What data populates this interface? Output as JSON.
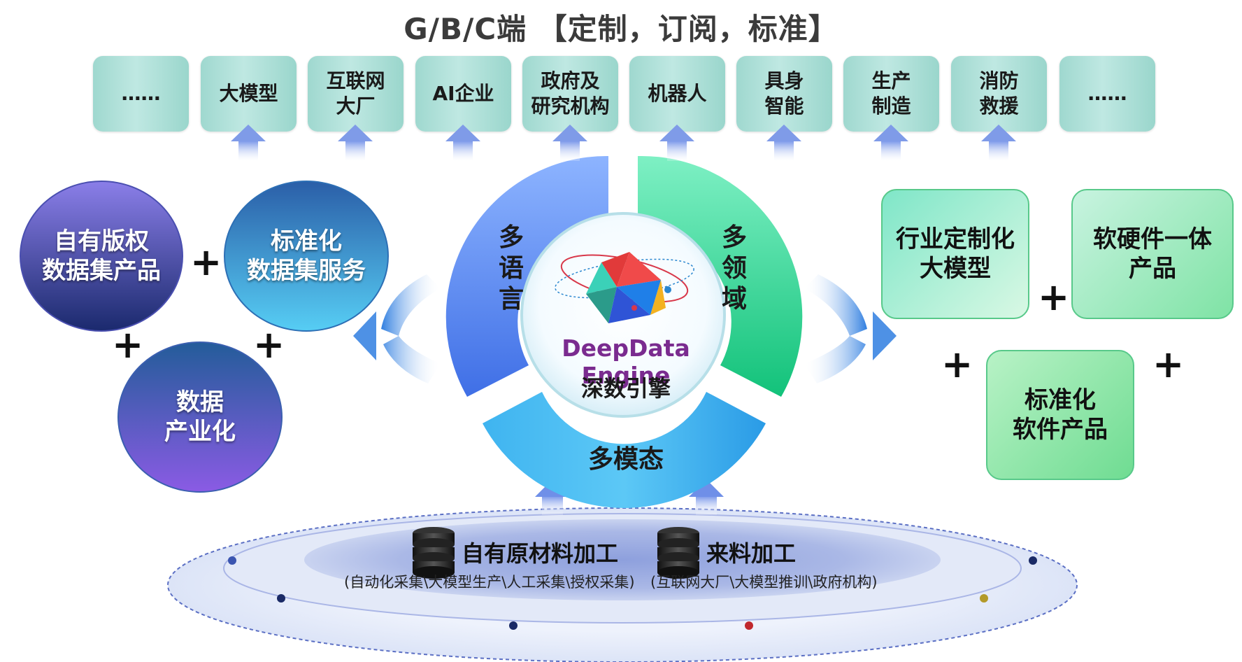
{
  "title": "G/B/C端 【定制，订阅，标准】",
  "top_boxes": [
    "……",
    "大模型",
    "互联网\n大厂",
    "AI企业",
    "政府及\n研究机构",
    "机器人",
    "具身\n智能",
    "生产\n制造",
    "消防\n救援",
    "……"
  ],
  "left_circles": {
    "c1": "自有版权\n数据集产品",
    "c2": "标准化\n数据集服务",
    "c3": "数据\n产业化"
  },
  "plus_sign": "+",
  "center": {
    "seg_language": "多\n语\n言",
    "seg_domain": "多\n领\n域",
    "seg_modal": "多模态",
    "engine_en": "DeepData Engine",
    "engine_cn": "深数引擎"
  },
  "right_boxes": {
    "b1": "行业定制化\n大模型",
    "b2": "软硬件一体\n产品",
    "b3": "标准化\n软件产品"
  },
  "base": {
    "left_title": "自有原材料加工",
    "left_sub": "(自动化采集\\大模型生产\\人工采集\\授权采集)",
    "right_title": "来料加工",
    "right_sub": "(互联网大厂\\大模型推训\\政府机构)"
  },
  "colors": {
    "top_box": "#a8dcd4",
    "segment_blue": "#4f86ee",
    "segment_green": "#2bd18f",
    "segment_cyan": "#2aa7e8",
    "engine_text": "#7a2b8f"
  }
}
